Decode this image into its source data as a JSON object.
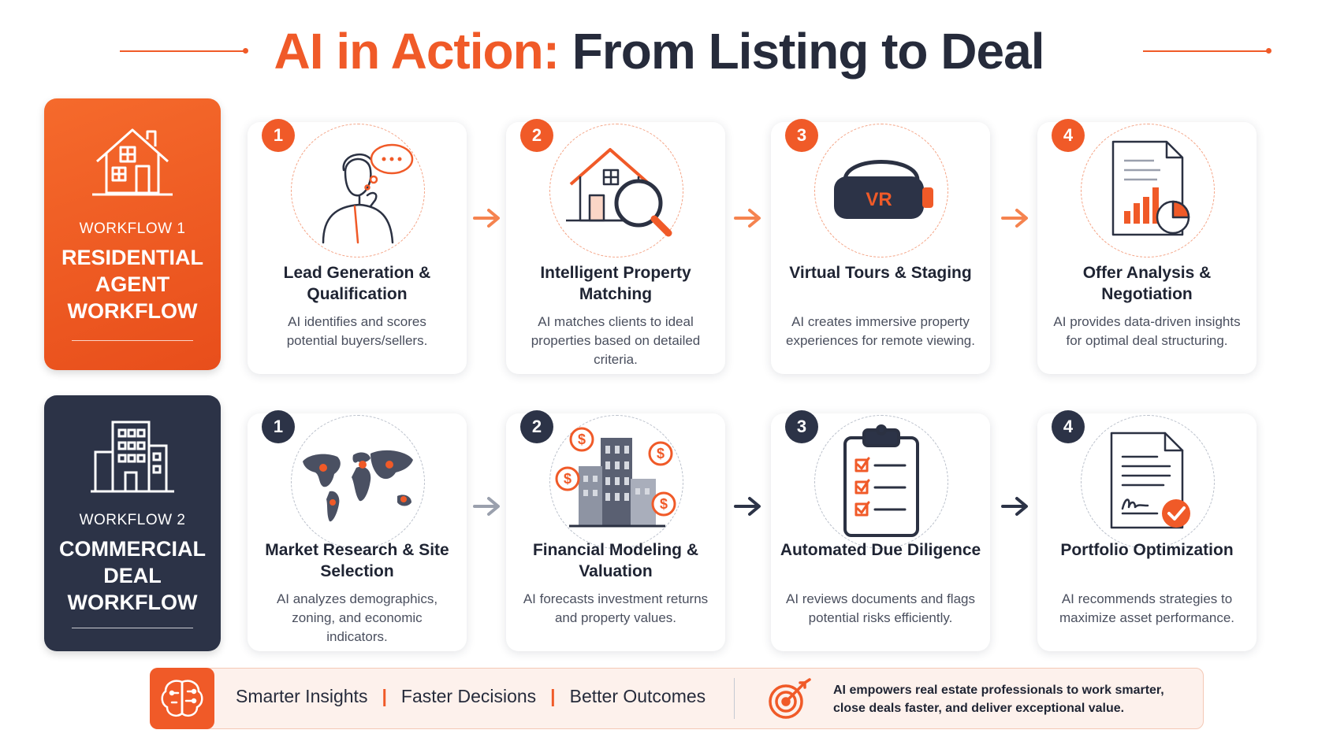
{
  "title": {
    "accent": "AI in Action:",
    "rest": "From Listing to Deal"
  },
  "workflows": [
    {
      "label": "WORKFLOW 1",
      "name": "RESIDENTIAL AGENT WORKFLOW"
    },
    {
      "label": "WORKFLOW 2",
      "name": "COMMERCIAL DEAL WORKFLOW"
    }
  ],
  "residential_steps": [
    {
      "num": "1",
      "title": "Lead Generation & Qualification",
      "desc": "AI identifies and scores potential buyers/sellers.",
      "icon": "thinking-person-icon"
    },
    {
      "num": "2",
      "title": "Intelligent Property Matching",
      "desc": "AI matches clients to ideal properties based on detailed criteria.",
      "icon": "house-search-icon"
    },
    {
      "num": "3",
      "title": "Virtual Tours & Staging",
      "desc": "AI creates immersive property experiences for remote viewing.",
      "icon": "vr-headset-icon",
      "icon_text": "VR"
    },
    {
      "num": "4",
      "title": "Offer Analysis & Negotiation",
      "desc": "AI provides data-driven insights for optimal deal structuring.",
      "icon": "report-chart-icon"
    }
  ],
  "commercial_steps": [
    {
      "num": "1",
      "title": "Market Research & Site Selection",
      "desc": "AI analyzes demographics, zoning, and economic indicators.",
      "icon": "world-map-icon"
    },
    {
      "num": "2",
      "title": "Financial Modeling & Valuation",
      "desc": "AI forecasts investment returns and property values.",
      "icon": "city-dollar-icon",
      "icon_text": "$"
    },
    {
      "num": "3",
      "title": "Automated Due Diligence",
      "desc": "AI reviews documents and flags potential risks efficiently.",
      "icon": "clipboard-checklist-icon"
    },
    {
      "num": "4",
      "title": "Portfolio Optimization",
      "desc": "AI recommends strategies to maximize asset performance.",
      "icon": "signed-document-icon"
    }
  ],
  "banner": {
    "items": [
      "Smarter Insights",
      "Faster Decisions",
      "Better Outcomes"
    ],
    "separator": "|",
    "message": "AI empowers real estate professionals to work smarter, close deals faster, and deliver exceptional value."
  },
  "colors": {
    "accent": "#f05a28",
    "navy": "#2c3347",
    "text": "#1f2433"
  }
}
